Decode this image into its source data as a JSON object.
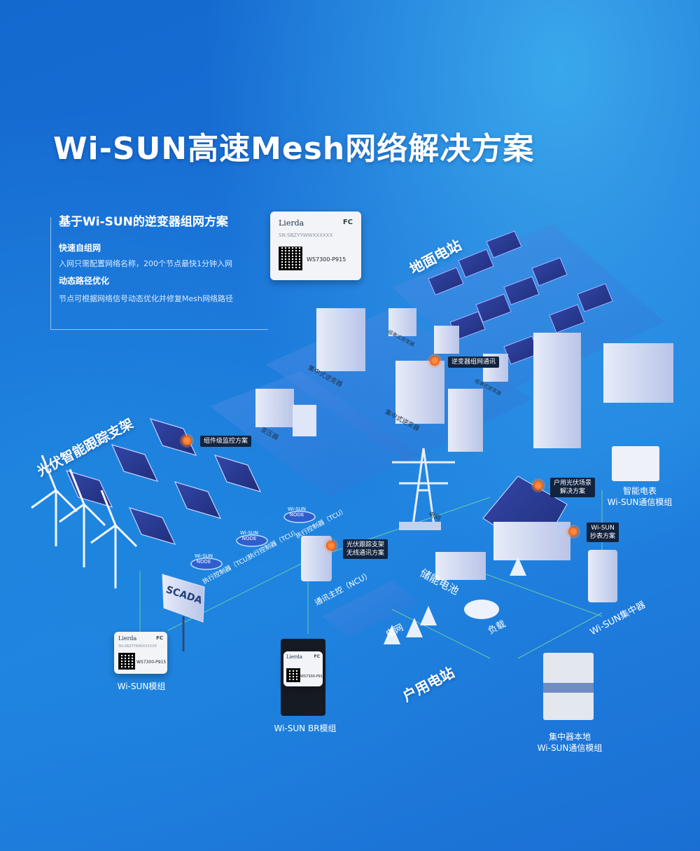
{
  "title": "Wi-SUN高速Mesh网络解决方案",
  "panel": {
    "heading": "基于Wi-SUN的逆变器组网方案",
    "items": [
      {
        "head": "快速自组网",
        "desc": "入网只需配置网络名称，200个节点最快1分钟入网"
      },
      {
        "head": "动态路径优化",
        "desc": "节点可根据网络信号动态优化并修复Mesh网络路径"
      }
    ]
  },
  "module": {
    "brand": "Lierda",
    "fc": "FC",
    "sn": "SN:SBZYYWWXXXXXX",
    "model": "WS7300-P915"
  },
  "zones": {
    "ground": "地面电站",
    "tracking": "光伏智能跟踪支架",
    "household": "户用电站"
  },
  "tags": {
    "inverter_comm": "逆变器组网通讯",
    "component_monitor": "组件级监控方案",
    "household_pv": "户用光伏场景\n解决方案",
    "meter_reading": "Wi-SUN\n抄表方案",
    "tracking_comm": "光伏跟踪支架\n无线通讯方案"
  },
  "labels": {
    "central_inverter_1": "集中式逆变器",
    "central_inverter_2": "集中式逆变器",
    "string_inverter_1": "组串式逆变器",
    "string_inverter_2": "组串式逆变器",
    "transformer": "变压器",
    "grid_tower": "电网",
    "tcu": "执行控制器（TCU）",
    "ncu": "通讯主控（NCU）",
    "storage": "储能电池",
    "grid": "电网",
    "load": "负载",
    "concentrator": "Wi-SUN集中器",
    "node": "Wi-SUN\nNODE",
    "scada": "SCADA",
    "smart_meter": "智能电表\nWi-SUN通信模组",
    "wisun_module": "Wi-SUN模组",
    "br_module": "Wi-SUN BR模组",
    "concentrator_module": "集中器本地\nWi-SUN通信模组"
  },
  "colors": {
    "accent": "#ff7a2a",
    "tag_bg": "#12233f",
    "bg_top": "#1469cf",
    "bg_glow": "#3aa8ec"
  }
}
